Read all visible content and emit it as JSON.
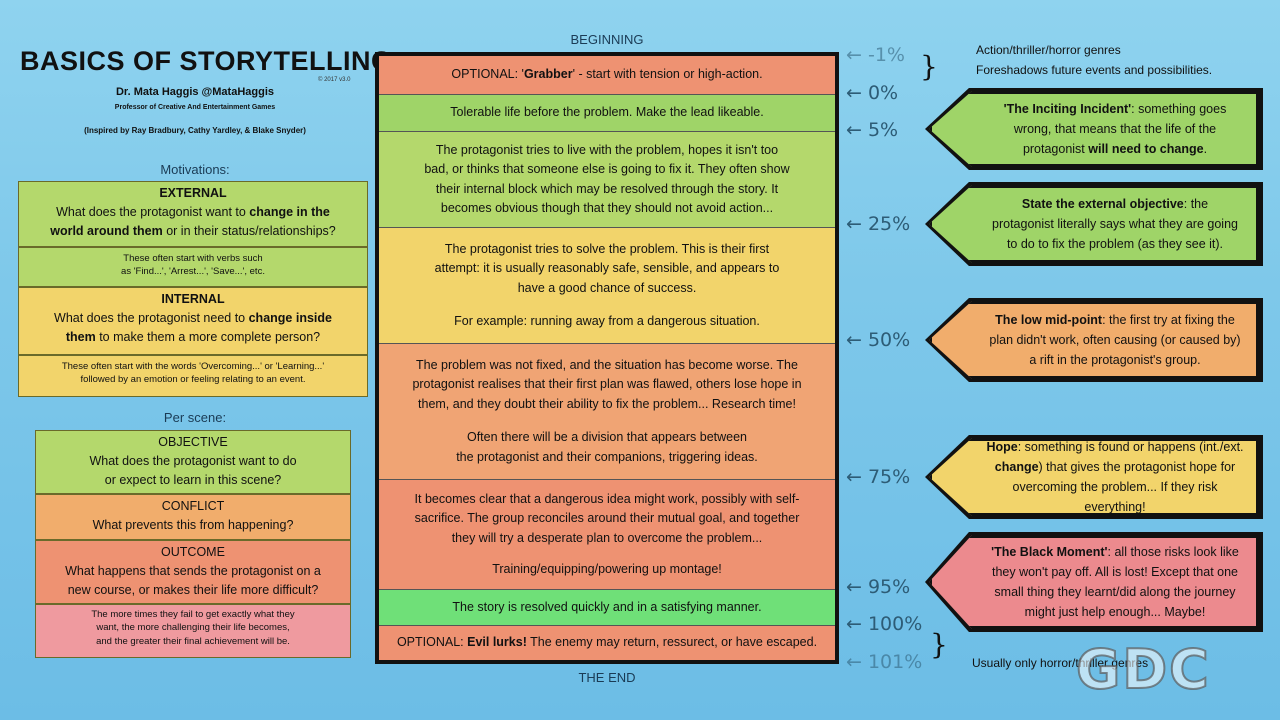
{
  "title": "BASICS OF STORYTELLING",
  "version": "© 2017 v3.0",
  "author": "Dr. Mata Haggis @MataHaggis",
  "professor": "Professor of Creative And Entertainment Games",
  "inspired": "(Inspired by Ray Bradbury, Cathy Yardley, & Blake Snyder)",
  "motivations": {
    "heading": "Motivations:",
    "external_title": "EXTERNAL",
    "external_q1": "What does the protagonist want to ",
    "external_b1": "change in the",
    "external_b2": "world around them",
    "external_q2": " or in their status/relationships?",
    "external_note1": "These often start with verbs such",
    "external_note2": "as 'Find...', 'Arrest...', 'Save...', etc.",
    "internal_title": "INTERNAL",
    "internal_q1": "What does the protagonist need to ",
    "internal_b1": "change inside",
    "internal_b2": "them",
    "internal_q2": " to make them a more complete person?",
    "internal_note1": "These often start with the words 'Overcoming...' or 'Learning...'",
    "internal_note2": "followed by an emotion or feeling relating to an event."
  },
  "per_scene": {
    "heading": "Per scene:",
    "objective_title": "OBJECTIVE",
    "objective_q1": "What does the protagonist want to do",
    "objective_q2": "or expect to learn in this scene?",
    "conflict_title": "CONFLICT",
    "conflict_q": "What prevents this from happening?",
    "outcome_title": "OUTCOME",
    "outcome_q1": "What happens that sends the protagonist on a",
    "outcome_q2": "new course, or makes their life more difficult?",
    "outcome_note1": "The more times they fail to get exactly what they",
    "outcome_note2": "want, the more challenging their life becomes,",
    "outcome_note3": "and the greater their final achievement will be."
  },
  "beginning": "BEGINNING",
  "the_end": "THE END",
  "rows": {
    "r1_a": "OPTIONAL: '",
    "r1_b": "Grabber",
    "r1_c": "' - start with tension or high-action.",
    "r2": "Tolerable life before the problem. Make the lead likeable.",
    "r3_1": "The protagonist tries to live with the problem, hopes it isn't too",
    "r3_2": "bad, or thinks that someone else is going to fix it. They often show",
    "r3_3": "their internal block which may be resolved through the story. It",
    "r3_4": "becomes obvious though that they should not avoid action...",
    "r4_1": "The protagonist tries to solve the problem. This is their first",
    "r4_2": "attempt: it is usually reasonably safe, sensible, and appears to",
    "r4_3": "have a good chance of success.",
    "r4_4": "For example: running away from a dangerous situation.",
    "r5_1": "The problem was not fixed, and the situation has become worse. The",
    "r5_2": "protagonist realises that their first plan was flawed, others lose hope in",
    "r5_3": "them, and they doubt their ability to fix the problem... Research time!",
    "r5_4": "Often there will be a division that appears between",
    "r5_5": "the protagonist and their companions, triggering ideas.",
    "r6_1": "It becomes clear that a dangerous idea might work, possibly with self-",
    "r6_2": "sacrifice. The group reconciles around their mutual goal, and together",
    "r6_3": "they will try a desperate plan to overcome the problem...",
    "r6_4": "Training/equipping/powering up montage!",
    "r7": "The story is resolved quickly and in a satisfying manner.",
    "r8_a": "OPTIONAL: ",
    "r8_b": "Evil lurks!",
    "r8_c": " The enemy may return, ressurect, or have escaped."
  },
  "percents": [
    "-1%",
    "0%",
    "5%",
    "25%",
    "50%",
    "75%",
    "95%",
    "100%",
    "101%"
  ],
  "notes": {
    "top1": "Action/thriller/horror genres",
    "top2": "Foreshadows future events and possibilities.",
    "bottom": "Usually only horror/thriller genres"
  },
  "callouts": {
    "c1_b": "'The Inciting Incident'",
    "c1_1": ": something goes",
    "c1_2": "wrong, that means that the life of the",
    "c1_3": "protagonist ",
    "c1_b2": "will need to change",
    "c1_4": ".",
    "c2_b": "State the external objective",
    "c2_1": ": the",
    "c2_2": "protagonist literally says what they are going",
    "c2_3": "to do to fix the problem (as they see it).",
    "c3_b": "The low mid-point",
    "c3_1": ": the first try at fixing the",
    "c3_2": "plan didn't work, often causing (or caused by)",
    "c3_3": "a rift in the protagonist's group.",
    "c4_b": "Hope",
    "c4_1": ": something is found or happens (int./ext.",
    "c4_b2": "change",
    "c4_2": ") that gives the protagonist hope for",
    "c4_3": "overcoming the problem... If they risk everything!",
    "c5_b": "'The Black Moment'",
    "c5_1": ": all those risks look like",
    "c5_2": "they won't pay off. All is lost! Except that one",
    "c5_3": "small thing they learnt/did along the journey",
    "c5_4": "might just help enough... Maybe!"
  },
  "logo": "GDC",
  "colors": {
    "background": "#7ec8ea",
    "green": "#9fd468",
    "yellow": "#f2d46b",
    "orange": "#f1ad6c",
    "salmon": "#ee9272",
    "pink": "#ef9a9f",
    "bright_green": "#6fe078"
  }
}
